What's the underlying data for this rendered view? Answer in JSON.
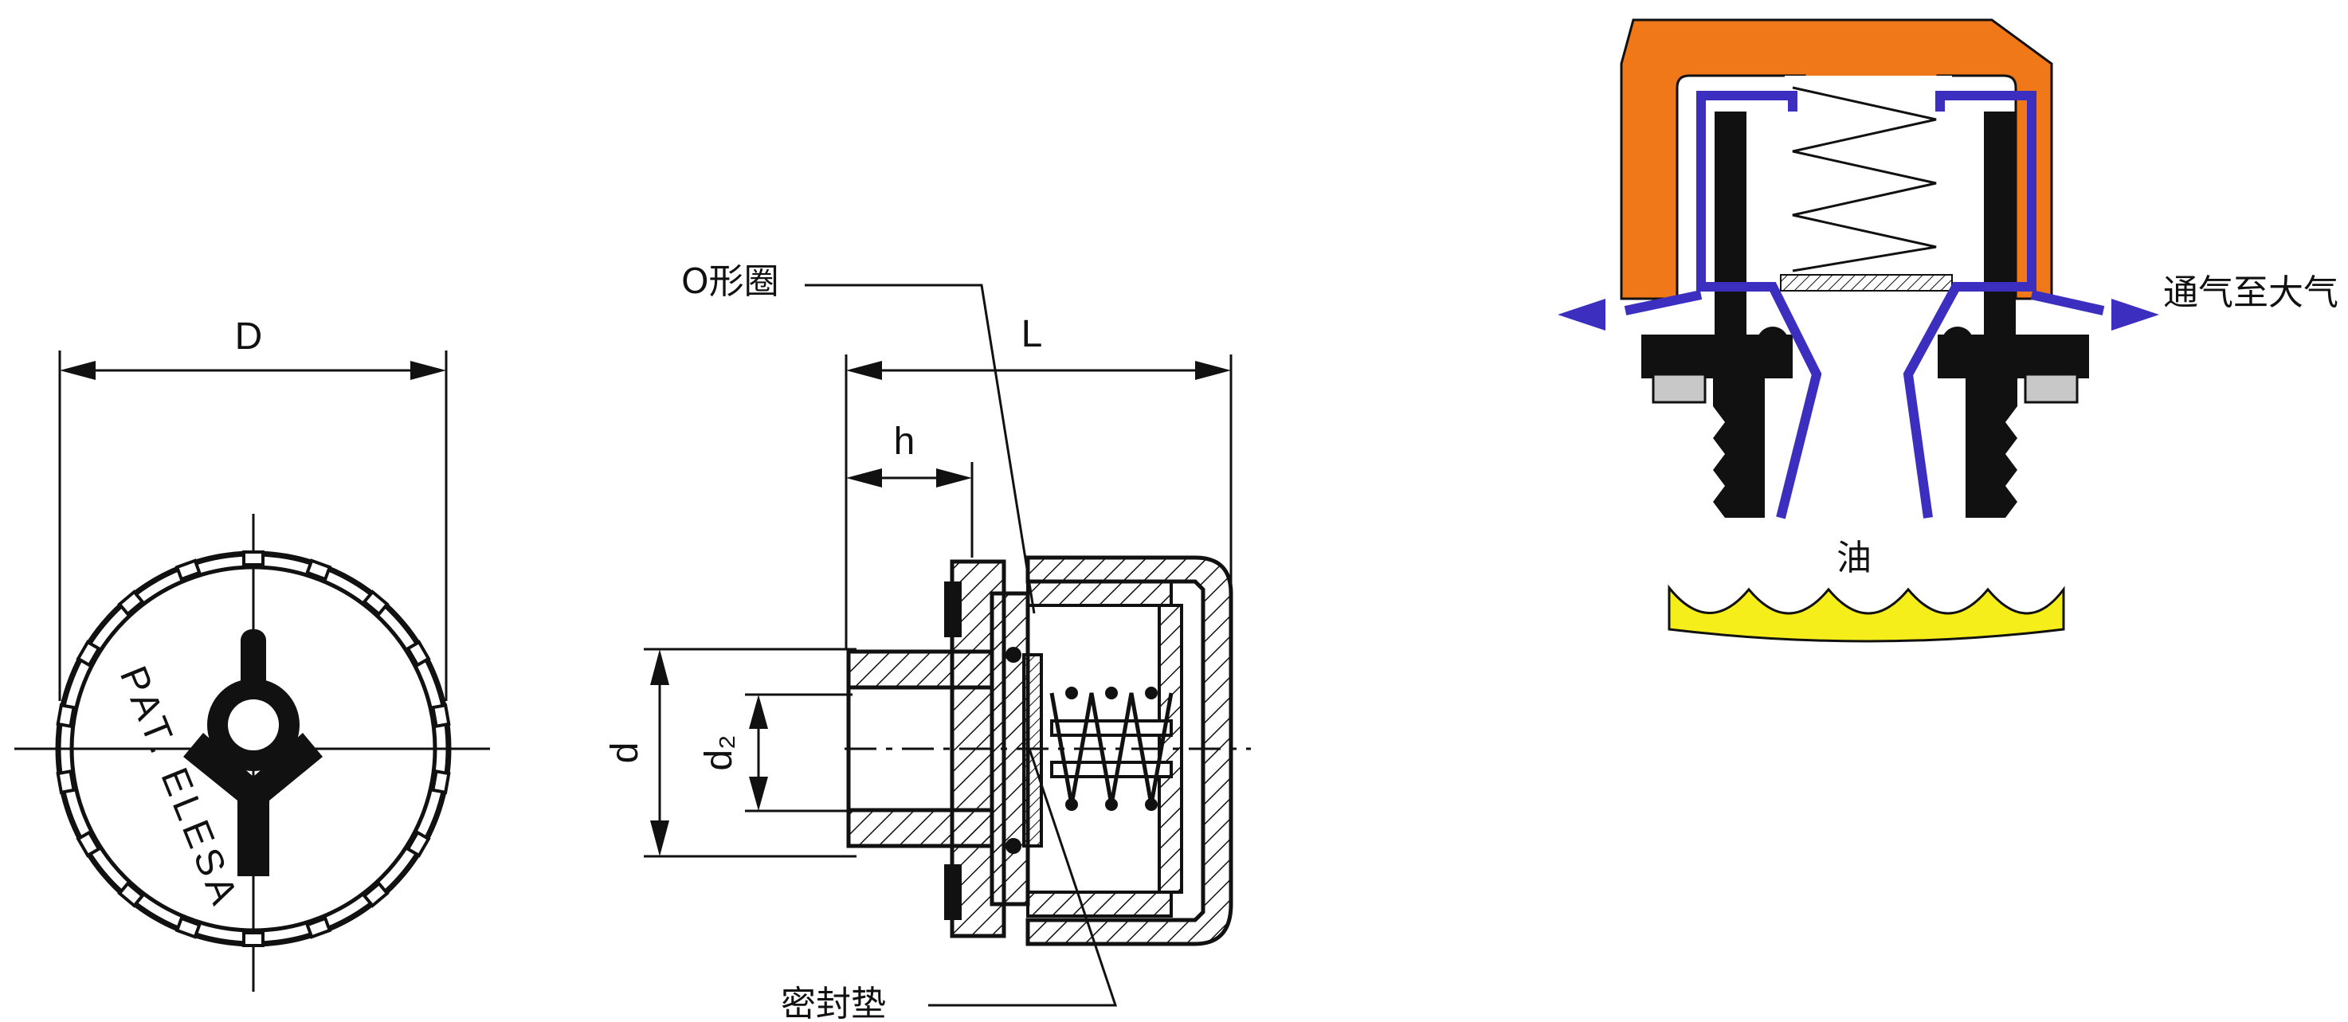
{
  "labels": {
    "dim_D": "D",
    "dim_L": "L",
    "dim_h": "h",
    "dim_d": "d",
    "dim_d2": "d₂",
    "o_ring": "O形圈",
    "gasket": "密封垫",
    "vent_to_atmosphere": "通气至大气",
    "oil": "油",
    "brand_mark": "PAT. ELESA"
  },
  "colors": {
    "cap_orange": "#F07818",
    "vent_path_blue": "#3C2FC0",
    "oil_yellow": "#F6EE1A",
    "nut_gray": "#C8C8C8",
    "ink": "#111111"
  },
  "icons": {
    "flow_arrow": "arrow-head-icon",
    "brand_logo": "elesa-logo-icon"
  }
}
